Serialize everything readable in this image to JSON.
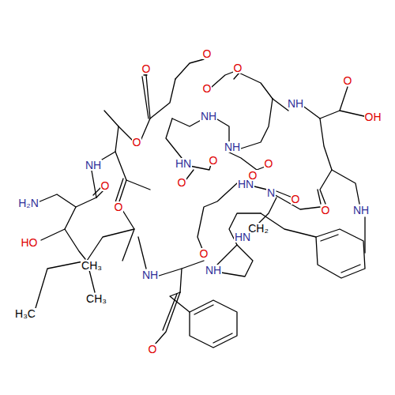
{
  "diagram": {
    "labels": [
      "O",
      "O",
      "O",
      "O",
      "O",
      "NH",
      "NH",
      "OH",
      "O",
      "NH",
      "HN",
      "O",
      "O",
      "O",
      "HN",
      "O",
      "N",
      "O",
      "O",
      "NH",
      "H₂N",
      "NH",
      "O",
      "HO",
      "CH₃",
      "O",
      "NH",
      "O",
      "CH₂",
      "HN",
      "NH",
      "H₃C",
      "CH₃",
      "O"
    ]
  }
}
